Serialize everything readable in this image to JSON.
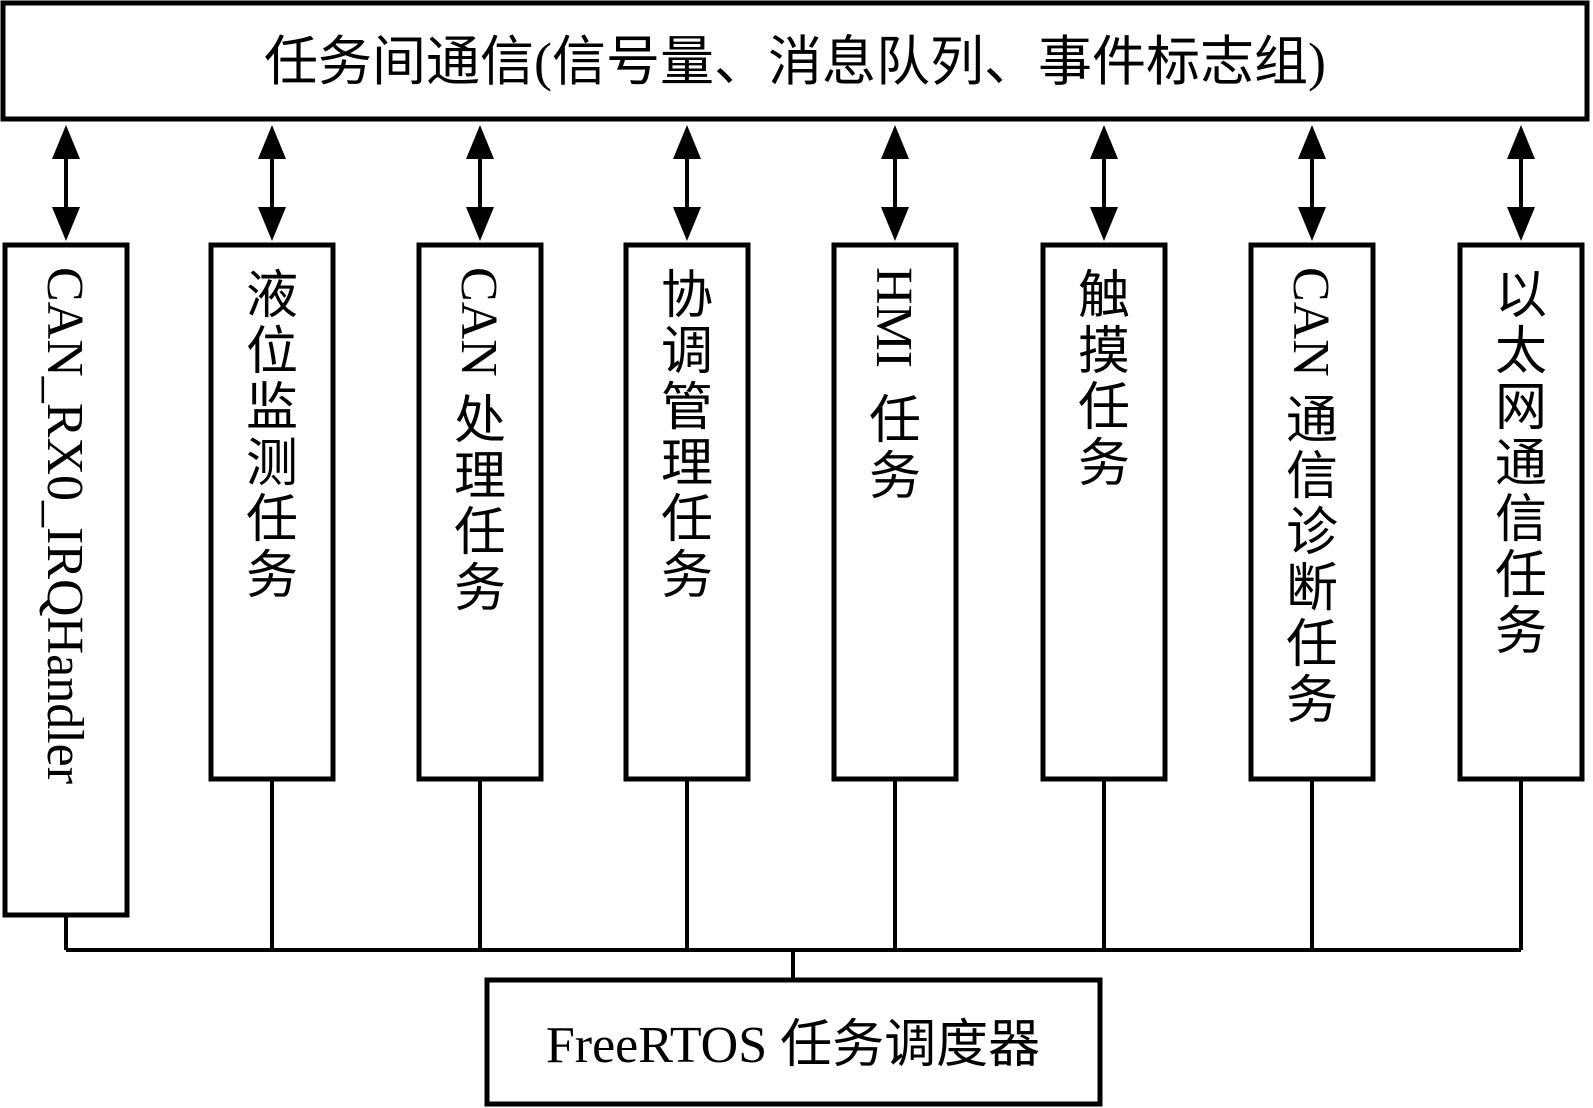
{
  "top_box": {
    "label": "任务间通信(信号量、消息队列、事件标志组)"
  },
  "bottom_box": {
    "label": "FreeRTOS 任务调度器"
  },
  "tasks": [
    {
      "name": "can-rx0-irqhandler-task",
      "latin": "CAN_RX0_IRQHandler",
      "cjk": ""
    },
    {
      "name": "liquid-level-monitor-task",
      "latin": "",
      "cjk": "液位监测任务"
    },
    {
      "name": "can-process-task",
      "latin": "CAN",
      "cjk": "处理任务"
    },
    {
      "name": "coordination-management-task",
      "latin": "",
      "cjk": "协调管理任务"
    },
    {
      "name": "hmi-task",
      "latin": "HMI",
      "cjk": "任务"
    },
    {
      "name": "touch-task",
      "latin": "",
      "cjk": "触摸任务"
    },
    {
      "name": "can-communication-diagnosis-task",
      "latin": "CAN",
      "cjk": "通信诊断任务"
    },
    {
      "name": "ethernet-communication-task",
      "latin": "",
      "cjk": "以太网通信任务"
    }
  ],
  "colors": {
    "stroke": "#000000",
    "fill": "#ffffff"
  }
}
